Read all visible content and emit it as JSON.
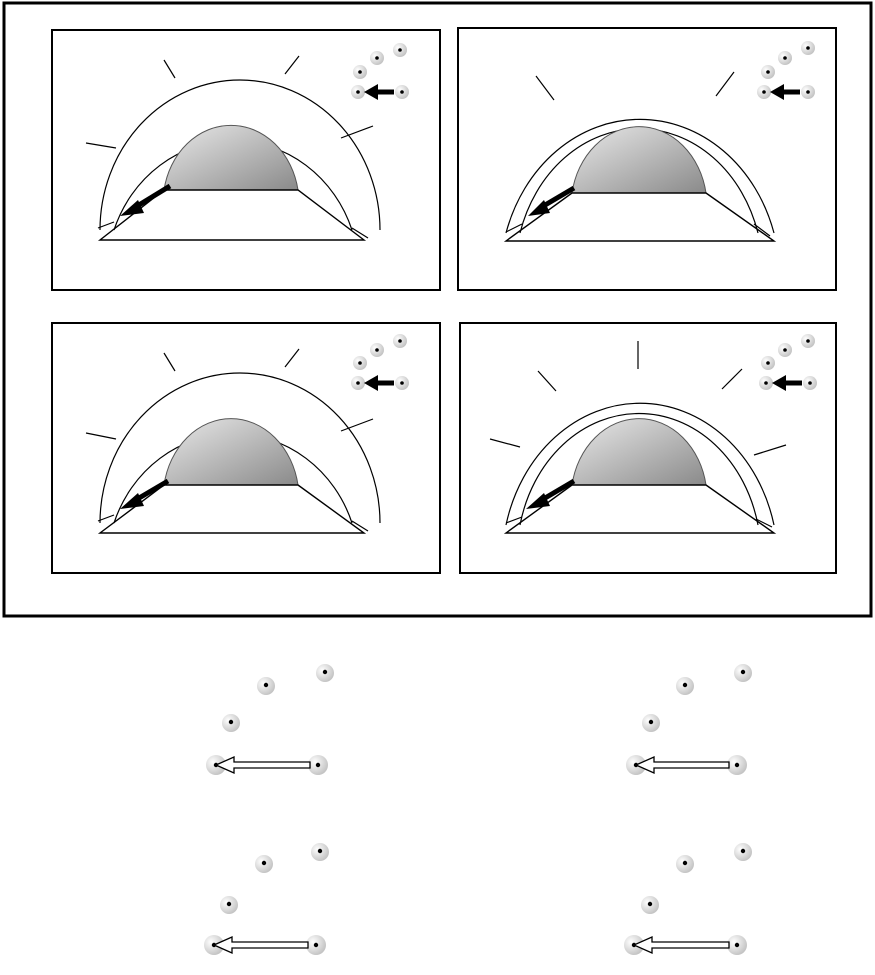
{
  "figure": {
    "panels": [
      {
        "id": "top-left",
        "outer_ticks": 6
      },
      {
        "id": "top-right",
        "outer_ticks": 4
      },
      {
        "id": "bottom-left",
        "outer_ticks": 6
      },
      {
        "id": "bottom-right",
        "outer_ticks": 7
      }
    ],
    "dot_groups": [
      {
        "id": "group-1",
        "dots": 4,
        "arrow": "hollow"
      },
      {
        "id": "group-2",
        "dots": 4,
        "arrow": "hollow"
      },
      {
        "id": "group-3",
        "dots": 4,
        "arrow": "hollow"
      },
      {
        "id": "group-4",
        "dots": 4,
        "arrow": "hollow"
      }
    ]
  },
  "colors": {
    "stroke": "#000000",
    "dome_light": "#e9e9e9",
    "dome_dark": "#8a8a8a",
    "dot_ring": "#d9d9d9",
    "background": "#ffffff"
  },
  "icons": {
    "panel_arrow": "solid-arrow-icon",
    "group_arrow": "hollow-arrow-icon",
    "dot": "dot-marker-icon"
  }
}
